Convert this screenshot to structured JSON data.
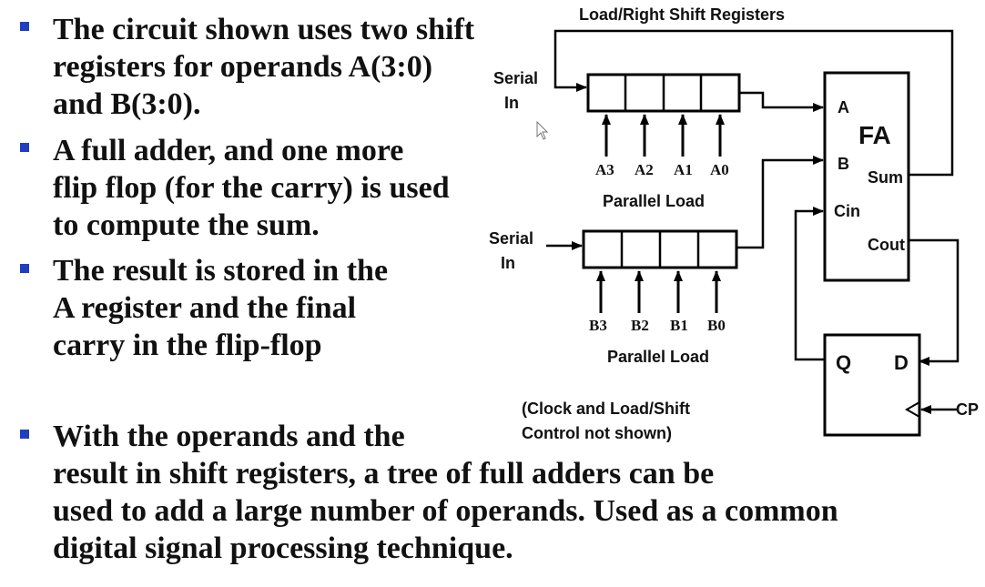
{
  "bullets": [
    {
      "line1": "The circuit shown uses two shift",
      "line2": "registers for operands A(3:0)",
      "line3": "and B(3:0)."
    },
    {
      "line1": "A full adder, and one more",
      "line2": "flip flop (for the carry) is used",
      "line3": "to compute the sum."
    },
    {
      "line1": "The result is stored in the",
      "line2": "A register and the final",
      "line3": "carry in the flip-flop"
    },
    {
      "line1": "With the operands and the",
      "line2": "result in shift registers, a tree of full adders can be",
      "line3": "used to add a large number of operands. Used as a common",
      "line4": "digital signal processing technique."
    }
  ],
  "diagram": {
    "title": "Load/Right Shift Registers",
    "reg_a": {
      "serial_in_line1": "Serial",
      "serial_in_line2": "In",
      "bits": [
        "A3",
        "A2",
        "A1",
        "A0"
      ],
      "parallel_load": "Parallel Load"
    },
    "reg_b": {
      "serial_in_line1": "Serial",
      "serial_in_line2": "In",
      "bits": [
        "B3",
        "B2",
        "B1",
        "B0"
      ],
      "parallel_load": "Parallel Load"
    },
    "fa": {
      "title": "FA",
      "a": "A",
      "b": "B",
      "cin": "Cin",
      "sum": "Sum",
      "cout": "Cout"
    },
    "flipflop": {
      "q": "Q",
      "d": "D",
      "cp": "CP"
    },
    "note_line1": "(Clock and Load/Shift",
    "note_line2": "Control not shown)"
  }
}
